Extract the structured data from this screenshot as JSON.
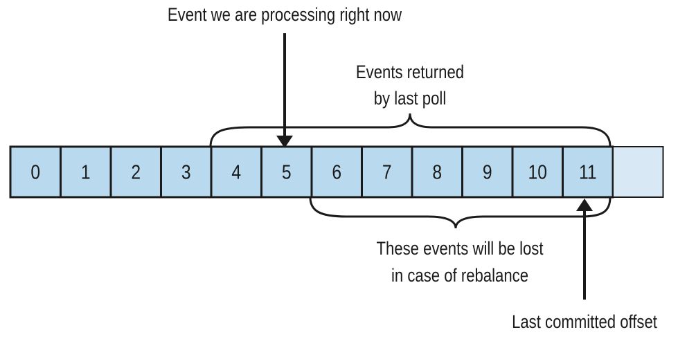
{
  "diagram": {
    "labels": {
      "processing_event": "Event we are processing right now",
      "last_poll": [
        "Events returned",
        "by last poll"
      ],
      "lost_events": [
        "These events will be lost",
        "in case of rebalance"
      ],
      "last_committed": "Last committed offset"
    },
    "cells": [
      "0",
      "1",
      "2",
      "3",
      "4",
      "5",
      "6",
      "7",
      "8",
      "9",
      "10",
      "11",
      ""
    ],
    "colors": {
      "cell_fill": "#b9d9ee",
      "empty_cell_fill": "#d9e8f5",
      "stroke": "#1a1a1a",
      "text": "#1a1a1a"
    }
  }
}
